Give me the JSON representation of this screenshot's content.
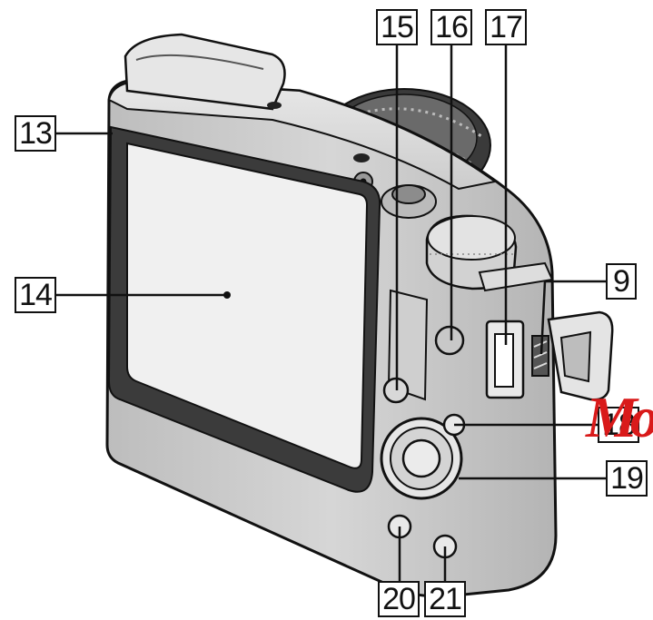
{
  "callouts": {
    "c9": "9",
    "c13": "13",
    "c14": "14",
    "c15": "15",
    "c16": "16",
    "c17": "17",
    "c18": "18",
    "c19": "19",
    "c20": "20",
    "c21": "21"
  },
  "watermark": "Mo",
  "colors": {
    "line": "#111111",
    "body_light": "#e4e4e4",
    "body_mid": "#cfcfcf",
    "body_dark": "#a9a9a9",
    "screen": "#eeeeee",
    "watermark": "#d91a1a"
  }
}
